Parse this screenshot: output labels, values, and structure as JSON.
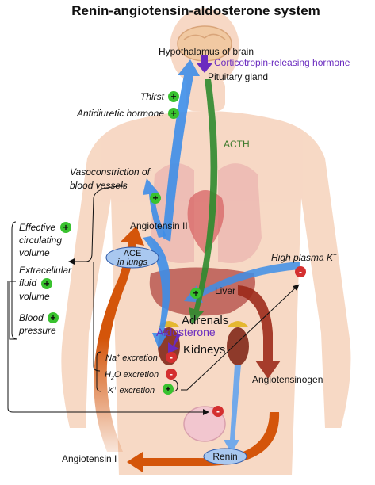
{
  "title": "Renin-angiotensin-aldosterone system",
  "labels": {
    "hypothalamus": "Hypothalamus of brain",
    "crh": "Corticotropin-releasing hormone",
    "pituitary": "Pituitary gland",
    "thirst": "Thirst",
    "adh": "Antidiuretic hormone",
    "acth": "ACTH",
    "vasoconstriction_1": "Vasoconstriction of",
    "vasoconstriction_2": "blood vessels",
    "effective_1": "Effective",
    "effective_2": "circulating",
    "effective_3": "volume",
    "ecf_1": "Extracellular",
    "ecf_2": "fluid",
    "ecf_3": "volume",
    "bp_1": "Blood",
    "bp_2": "pressure",
    "angiotensin2": "Angiotensin II",
    "ace_1": "ACE",
    "ace_2": "in lungs",
    "high_k_main": "High plasma K",
    "high_k_sup": "+",
    "liver": "Liver",
    "adrenals": "Adrenals",
    "aldosterone": "Aldosterone",
    "kidneys": "Kidneys",
    "na_main": "Na",
    "na_sup": "+",
    "na_tail": " excretion",
    "h2o_h": "H",
    "h2o_sub": "2",
    "h2o_tail": "O excretion",
    "k_main": "K",
    "k_sup": "+",
    "k_tail": " excretion",
    "angiotensinogen": "Angiotensinogen",
    "renin": "Renin",
    "angiotensin1": "Angiotensin I"
  },
  "signs": {
    "plus": "+",
    "minus": "-"
  },
  "colors": {
    "body": "#f6d2bb",
    "blue_arrow": "#3d8ee8",
    "green_arrow": "#2e8b2e",
    "orange_arrow": "#d4550a",
    "darkred_arrow": "#9c2a1a",
    "plus_badge": "#39c22f",
    "minus_badge": "#d42f2f",
    "pill_fill": "#a9c8f0",
    "purple_text": "#6a2bbf",
    "acth_text": "#3c7a2c"
  }
}
